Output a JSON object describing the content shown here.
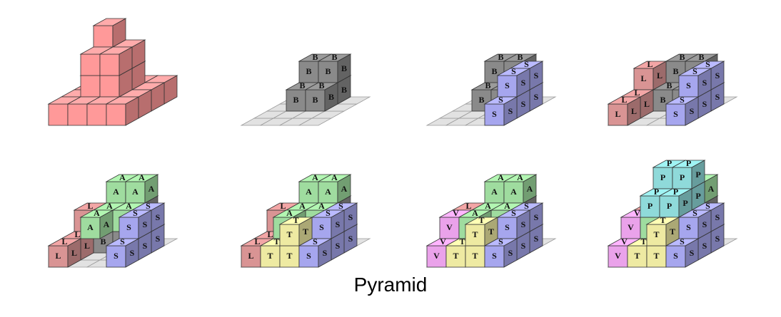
{
  "caption": "Pyramid",
  "piece_colors": {
    "full": "#ff9999",
    "B": "#8a8a8a",
    "S": "#a6a6ee",
    "L": "#d99494",
    "A": "#9fdc9f",
    "T": "#eeeaa2",
    "V": "#eaa2ea",
    "P": "#8fdada",
    "grid": "#e2e2e2"
  },
  "panels": [
    {
      "name": "completed-pyramid",
      "grid": false,
      "pieces": [
        "full"
      ]
    },
    {
      "name": "step-1",
      "grid": true,
      "pieces": [
        "B"
      ]
    },
    {
      "name": "step-2",
      "grid": true,
      "pieces": [
        "B",
        "S"
      ]
    },
    {
      "name": "step-3",
      "grid": true,
      "pieces": [
        "B",
        "S",
        "L"
      ]
    },
    {
      "name": "step-4",
      "grid": true,
      "pieces": [
        "B",
        "S",
        "L",
        "A"
      ]
    },
    {
      "name": "step-5",
      "grid": true,
      "pieces": [
        "B",
        "S",
        "L",
        "A",
        "T"
      ]
    },
    {
      "name": "step-6",
      "grid": true,
      "pieces": [
        "B",
        "S",
        "L",
        "A",
        "T",
        "V"
      ]
    },
    {
      "name": "step-7",
      "grid": true,
      "pieces": [
        "B",
        "S",
        "L",
        "A",
        "T",
        "V",
        "P"
      ]
    }
  ]
}
